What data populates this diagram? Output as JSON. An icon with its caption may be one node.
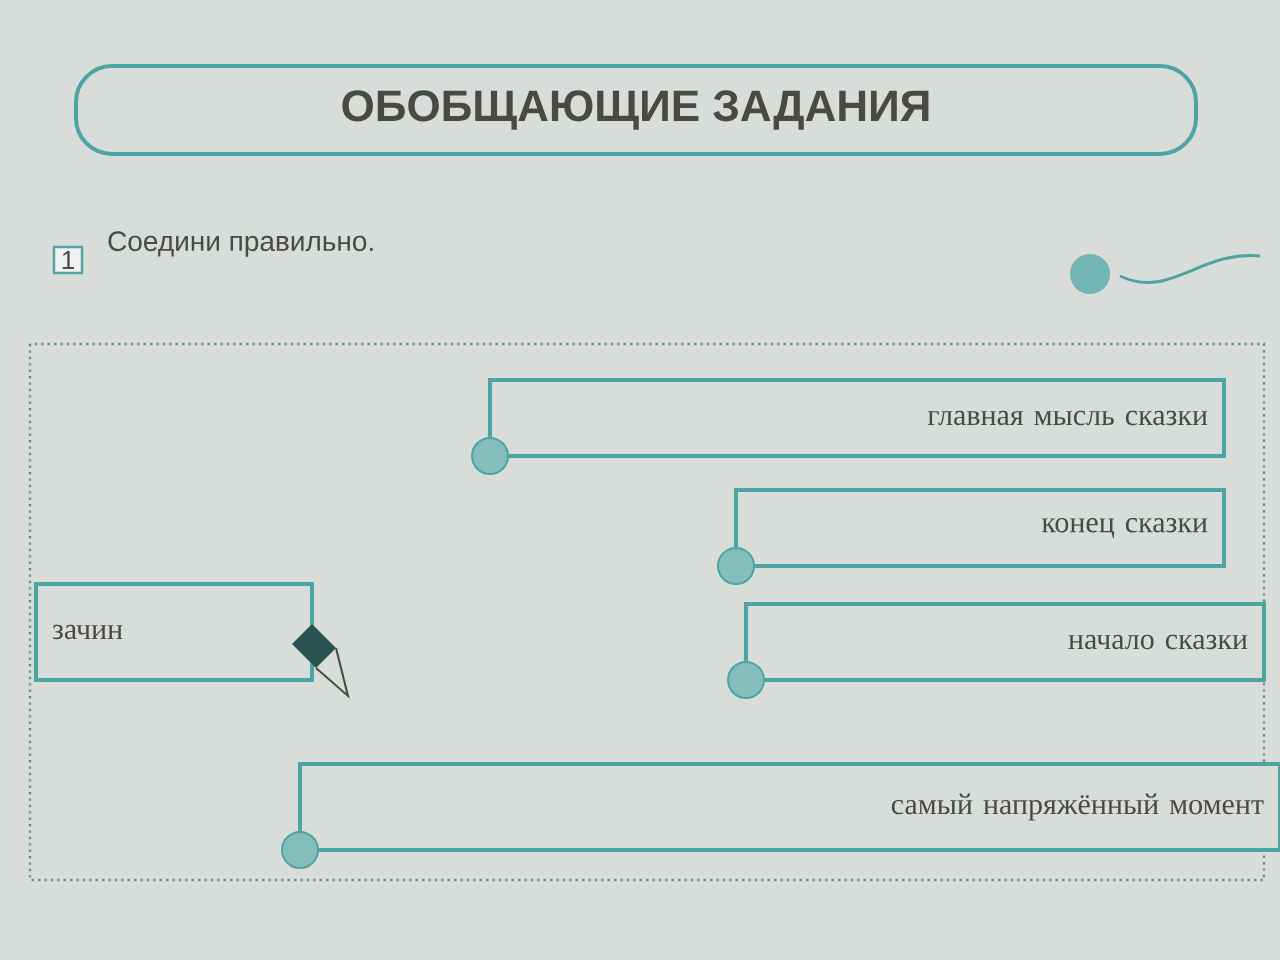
{
  "diagram": {
    "title": "ОБОБЩАЮЩИЕ ЗАДАНИЯ",
    "nodes": [
      {
        "text": [
          "главная мысль сказки"
        ]
      },
      {
        "text": [
          "конец сказки"
        ]
      },
      {
        "text": [
          "зачин"
        ]
      },
      {
        "text": [
          "начало сказки"
        ]
      },
      {
        "text": [
          "самый напряжённый момент"
        ]
      }
    ],
    "labels": [
      "1",
      "Соедини правильно."
    ]
  }
}
